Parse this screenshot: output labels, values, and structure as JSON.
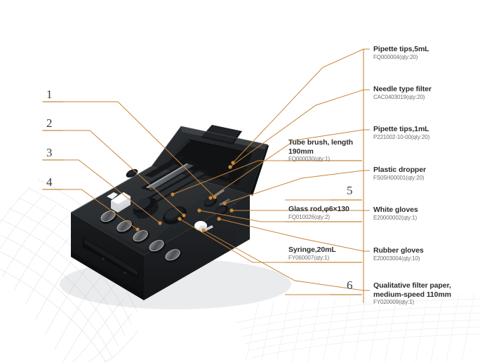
{
  "theme": {
    "accent": "#c8863c",
    "leader": "#c8863c",
    "title_color": "#2c2c2c",
    "sub_color": "#6e6e6e",
    "case_color": "#16181a",
    "grid_color": "#d8d9da",
    "background": "#ffffff"
  },
  "callouts": [
    {
      "number": "1"
    },
    {
      "number": "2"
    },
    {
      "number": "3"
    },
    {
      "number": "4"
    },
    {
      "number": "5"
    },
    {
      "number": "6"
    }
  ],
  "middle_labels": [
    {
      "title": "Tube brush,\nlength 190mm",
      "code": "FQ000030(qty:1)"
    },
    {
      "title": "Glass rod,φ6×130",
      "code": "FQ010026(qty:2)"
    },
    {
      "title": "Syringe,20mL",
      "code": "FY060007(qty:1)"
    }
  ],
  "right_labels": [
    {
      "title": "Pipette tips,5mL",
      "code": "FQ000004(qty:20)"
    },
    {
      "title": "Needle type filter",
      "code": "CAC0403019(qty:20)"
    },
    {
      "title": "Pipette tips,1mL",
      "code": "P221002-10-00(qty:20)"
    },
    {
      "title": "Plastic dropper",
      "code": "FS05H00001(qty:20)"
    },
    {
      "title": "White gloves",
      "code": "E20000002(qty:1)"
    },
    {
      "title": "Rubber gloves",
      "code": "E20003004(qty:10)"
    },
    {
      "title": "Qualitative filter paper,\nmedium-speed 110mm",
      "code": "FY020009(qty:1)"
    }
  ],
  "product": {
    "name": "laboratory sampling kit case",
    "description": "black foam-lined carrying case with circular vial wells, tube brush slot, syringe well and white gloves"
  }
}
